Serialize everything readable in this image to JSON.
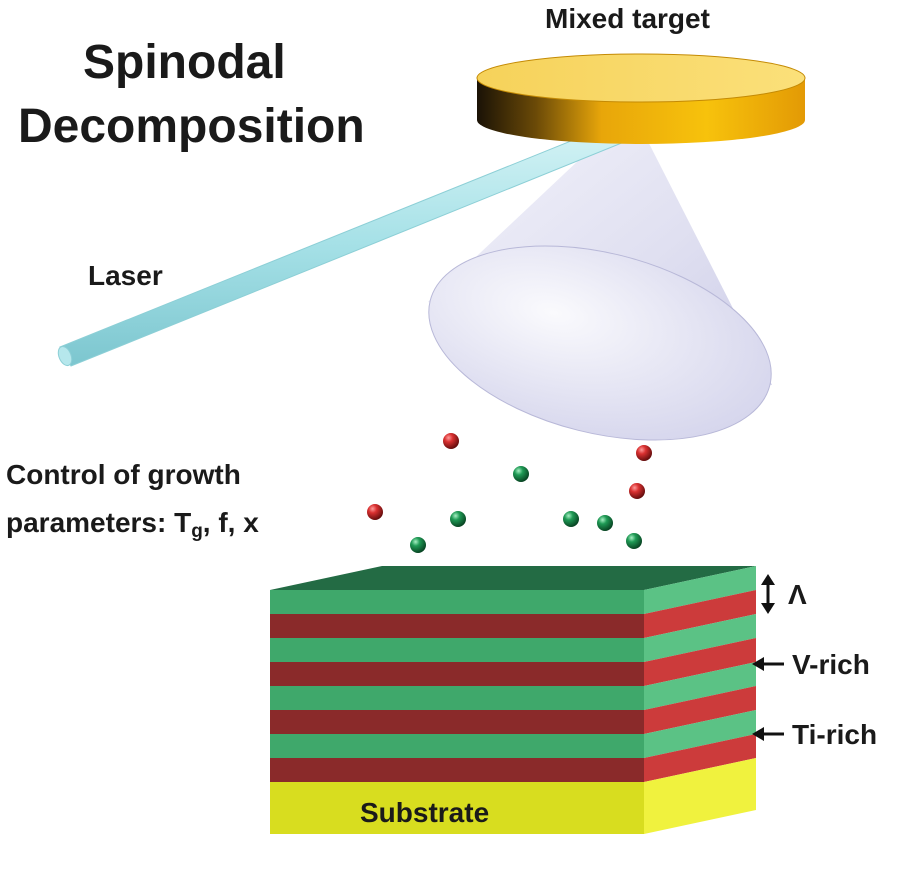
{
  "title": {
    "line1": "Spinodal",
    "line2": "Decomposition"
  },
  "labels": {
    "target": "Mixed target",
    "laser": "Laser",
    "control_line1": "Control of growth",
    "control_line2_prefix": "parameters: T",
    "control_line2_sub": "g",
    "control_line2_suffix": ", f, x",
    "lambda": "Λ",
    "v_rich": "V-rich",
    "ti_rich": "Ti-rich",
    "substrate": "Substrate"
  },
  "colors": {
    "green_layer": "#3fa86b",
    "red_layer": "#8a2a2a",
    "substrate": "#e0e62a",
    "target_gold": "#f2b705",
    "laser": "#a9e4ea",
    "plume": "#dcdcf2"
  },
  "layer_stack": [
    "green",
    "red",
    "green",
    "red",
    "green",
    "red",
    "green",
    "red"
  ],
  "particles": [
    "red",
    "green",
    "red",
    "red",
    "green",
    "green",
    "green",
    "green",
    "red",
    "green"
  ]
}
